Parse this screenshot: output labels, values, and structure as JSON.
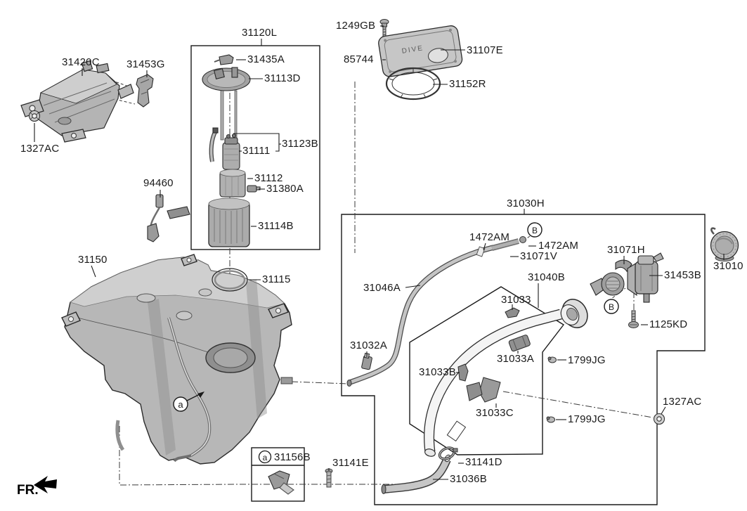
{
  "callouts": {
    "k1249GB": "1249GB",
    "k31107E": "31107E",
    "k85744": "85744",
    "k31152R": "31152R",
    "k31120L": "31120L",
    "k31435A": "31435A",
    "k31113D": "31113D",
    "k31123B": "31123B",
    "k31111": "31111",
    "k31112": "31112",
    "k31380A": "31380A",
    "k31114B": "31114B",
    "k31420C": "31420C",
    "k31453G": "31453G",
    "k1327AC_a": "1327AC",
    "k94460": "94460",
    "k31150": "31150",
    "k31115": "31115",
    "k31030H": "31030H",
    "k1472AM_a": "1472AM",
    "k1472AM_b": "1472AM",
    "k31071V": "31071V",
    "k31046A": "31046A",
    "k31071H": "31071H",
    "k31453B": "31453B",
    "k31010": "31010",
    "k1125KD": "1125KD",
    "k31040B": "31040B",
    "k31033": "31033",
    "k31032A": "31032A",
    "k31033A": "31033A",
    "k1799JG_a": "1799JG",
    "k31033B": "31033B",
    "k31033C": "31033C",
    "k1799JG_b": "1799JG",
    "k1327AC_b": "1327AC",
    "k31141D": "31141D",
    "k31036B": "31036B",
    "k31141E": "31141E",
    "k31156B": "31156B"
  },
  "markers": {
    "a": "a",
    "b": "B"
  },
  "fr_label": "FR.",
  "cover_stamp": "DIVE",
  "colors": {
    "line": "#1a1a1a",
    "metal_light": "#d6d6d6",
    "metal": "#b3b3b3",
    "metal_dark": "#8d8d8d",
    "background": "#ffffff"
  }
}
